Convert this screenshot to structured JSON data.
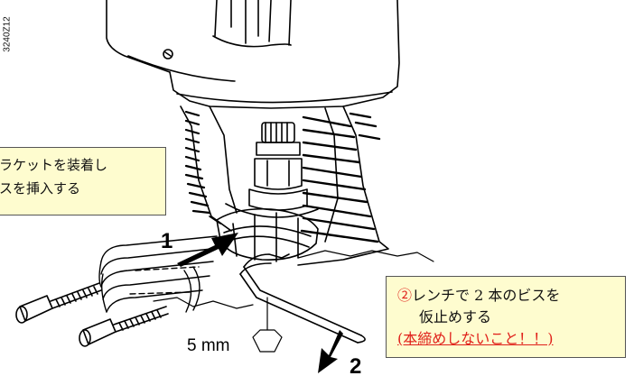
{
  "figure": {
    "document_code": "3240Z12",
    "step_labels": {
      "step1": "1",
      "step2": "2"
    },
    "dimension_label": "5 mm",
    "note_left": {
      "line1": "ラケットを装着し",
      "line2": "スを挿入する"
    },
    "note_right": {
      "step_marker": "②",
      "line1": "レンチで 2 本のビスを",
      "line2": "仮止めする",
      "warning": "(本締めしないこと！！)"
    },
    "colors": {
      "note_background": "#fefccf",
      "warning_text": "#e0201a",
      "line_art": "#000000"
    }
  }
}
